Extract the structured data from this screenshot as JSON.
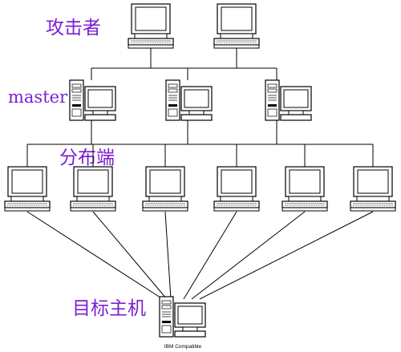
{
  "labels": {
    "attacker": "攻击者",
    "master": "master",
    "distributor": "分布端",
    "target": "目标主机"
  },
  "target_host": {
    "caption": "IBM Compatible"
  },
  "colors": {
    "label": "#7b1fd1",
    "line": "#000000",
    "device_fill": "#ffffff",
    "device_stroke": "#000000"
  },
  "icons": {
    "attacker": "desktop-computer-icon",
    "master": "tower-workstation-icon",
    "distributor": "desktop-computer-icon",
    "target": "tower-workstation-icon"
  }
}
